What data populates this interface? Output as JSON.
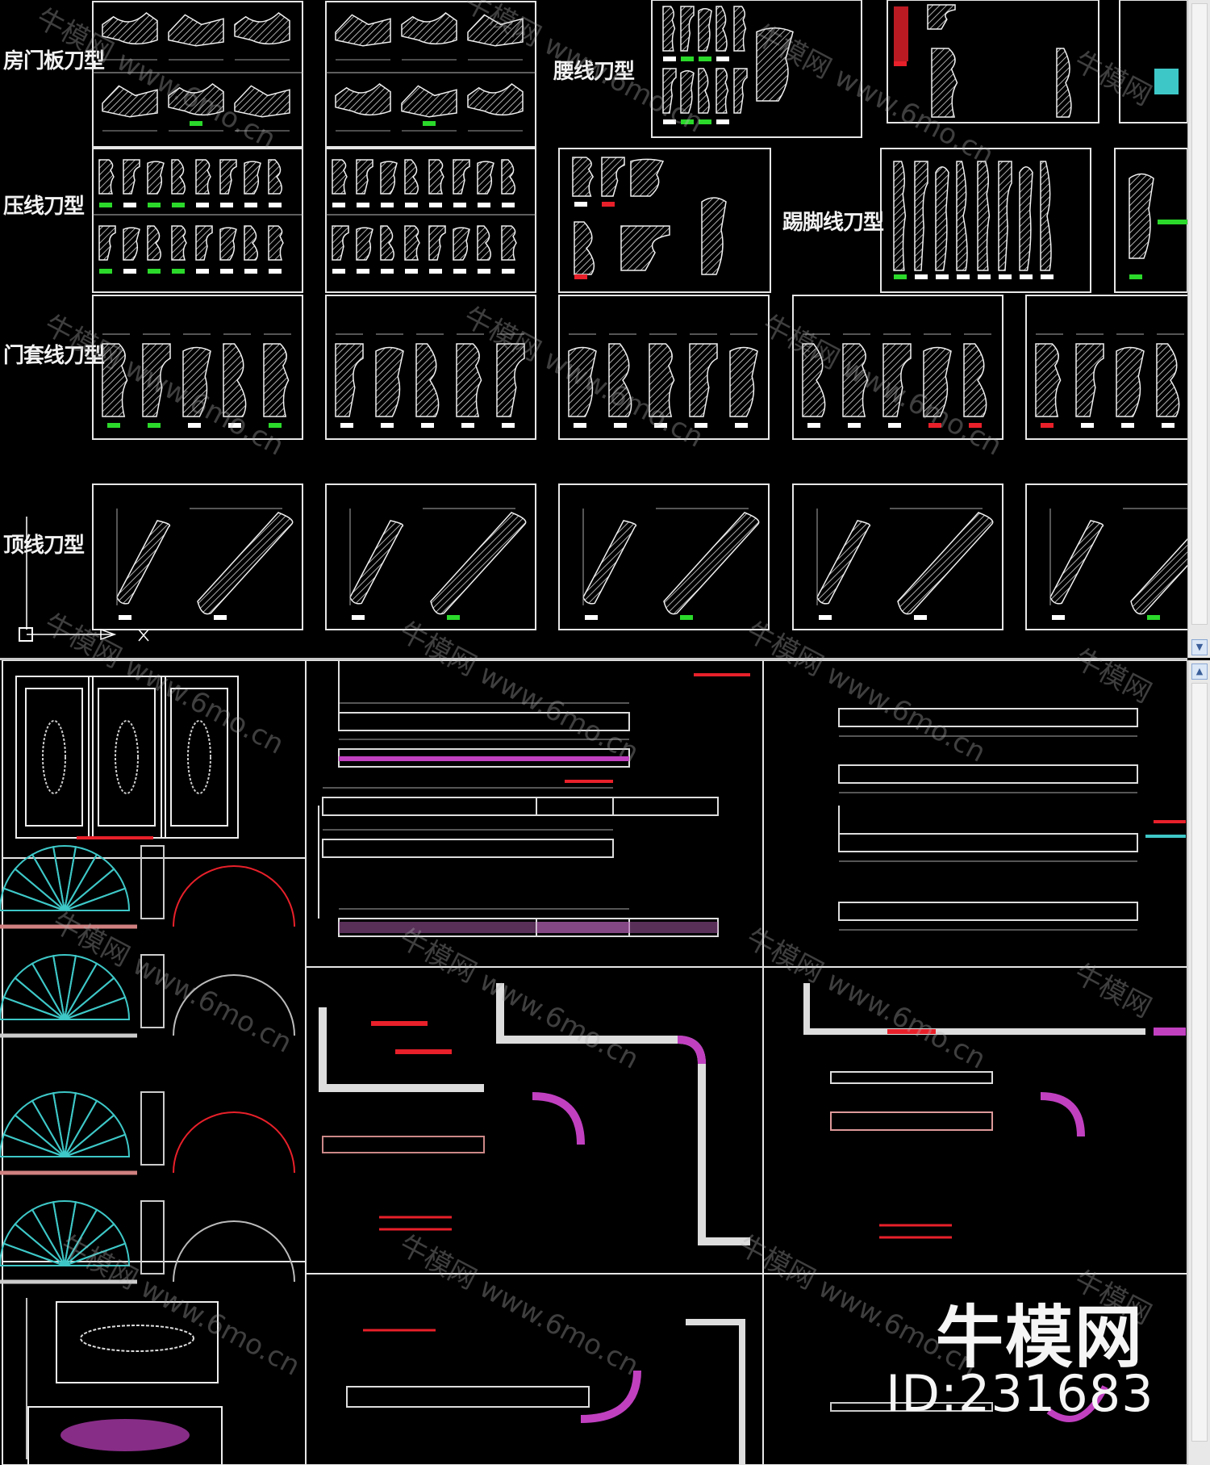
{
  "categories": {
    "door_panel": "房门板刀型",
    "waist": "腰线刀型",
    "press": "压线刀型",
    "skirting": "踢脚线刀型",
    "door_casing": "门套线刀型",
    "crown": "顶线刀型"
  },
  "watermarks": {
    "cn": "牛模网",
    "url": "www.6mo.cn"
  },
  "brand": {
    "name": "牛模网",
    "id": "ID:231683"
  },
  "scrollbar": {
    "up_icon": "chevron-up-icon",
    "down_icon": "chevron-down-icon"
  },
  "colors": {
    "background": "#000000",
    "frame": "#e6e6e6",
    "hatch": "#d8d8d8",
    "green_tag": "#2bd92b",
    "red_tag": "#e8202a",
    "cyan": "#3ec7c7",
    "magenta": "#c040c0"
  }
}
